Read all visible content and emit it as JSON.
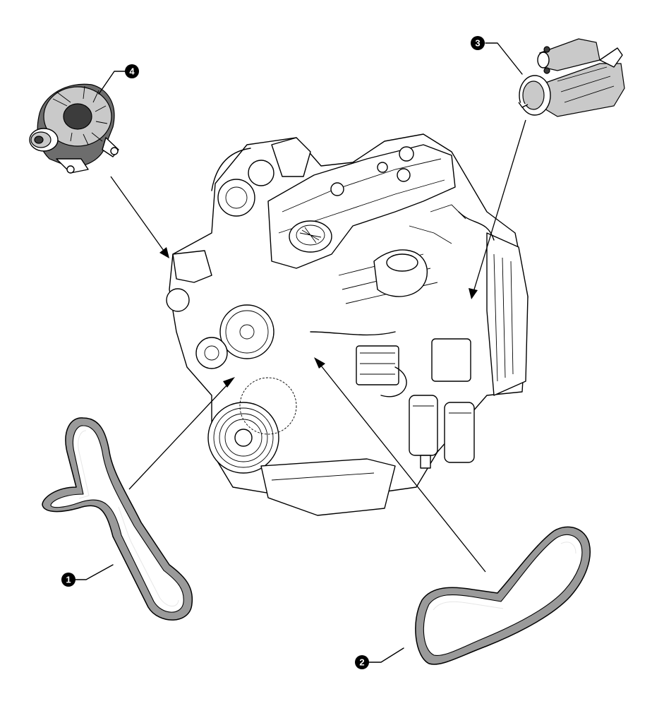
{
  "callouts": [
    {
      "id": "1",
      "label": "1"
    },
    {
      "id": "2",
      "label": "2"
    },
    {
      "id": "3",
      "label": "3"
    },
    {
      "id": "4",
      "label": "4"
    }
  ],
  "colors": {
    "ink": "#000000",
    "belt_fill": "#9a9a9a",
    "belt_edge": "#e6e6e6",
    "alternator_shade": "#6d6d6d",
    "starter_shade": "#c9c9c9"
  },
  "parts": [
    {
      "callout": "1",
      "icon": "drive-belt-long"
    },
    {
      "callout": "2",
      "icon": "drive-belt-short"
    },
    {
      "callout": "3",
      "icon": "starter-motor"
    },
    {
      "callout": "4",
      "icon": "alternator"
    }
  ]
}
